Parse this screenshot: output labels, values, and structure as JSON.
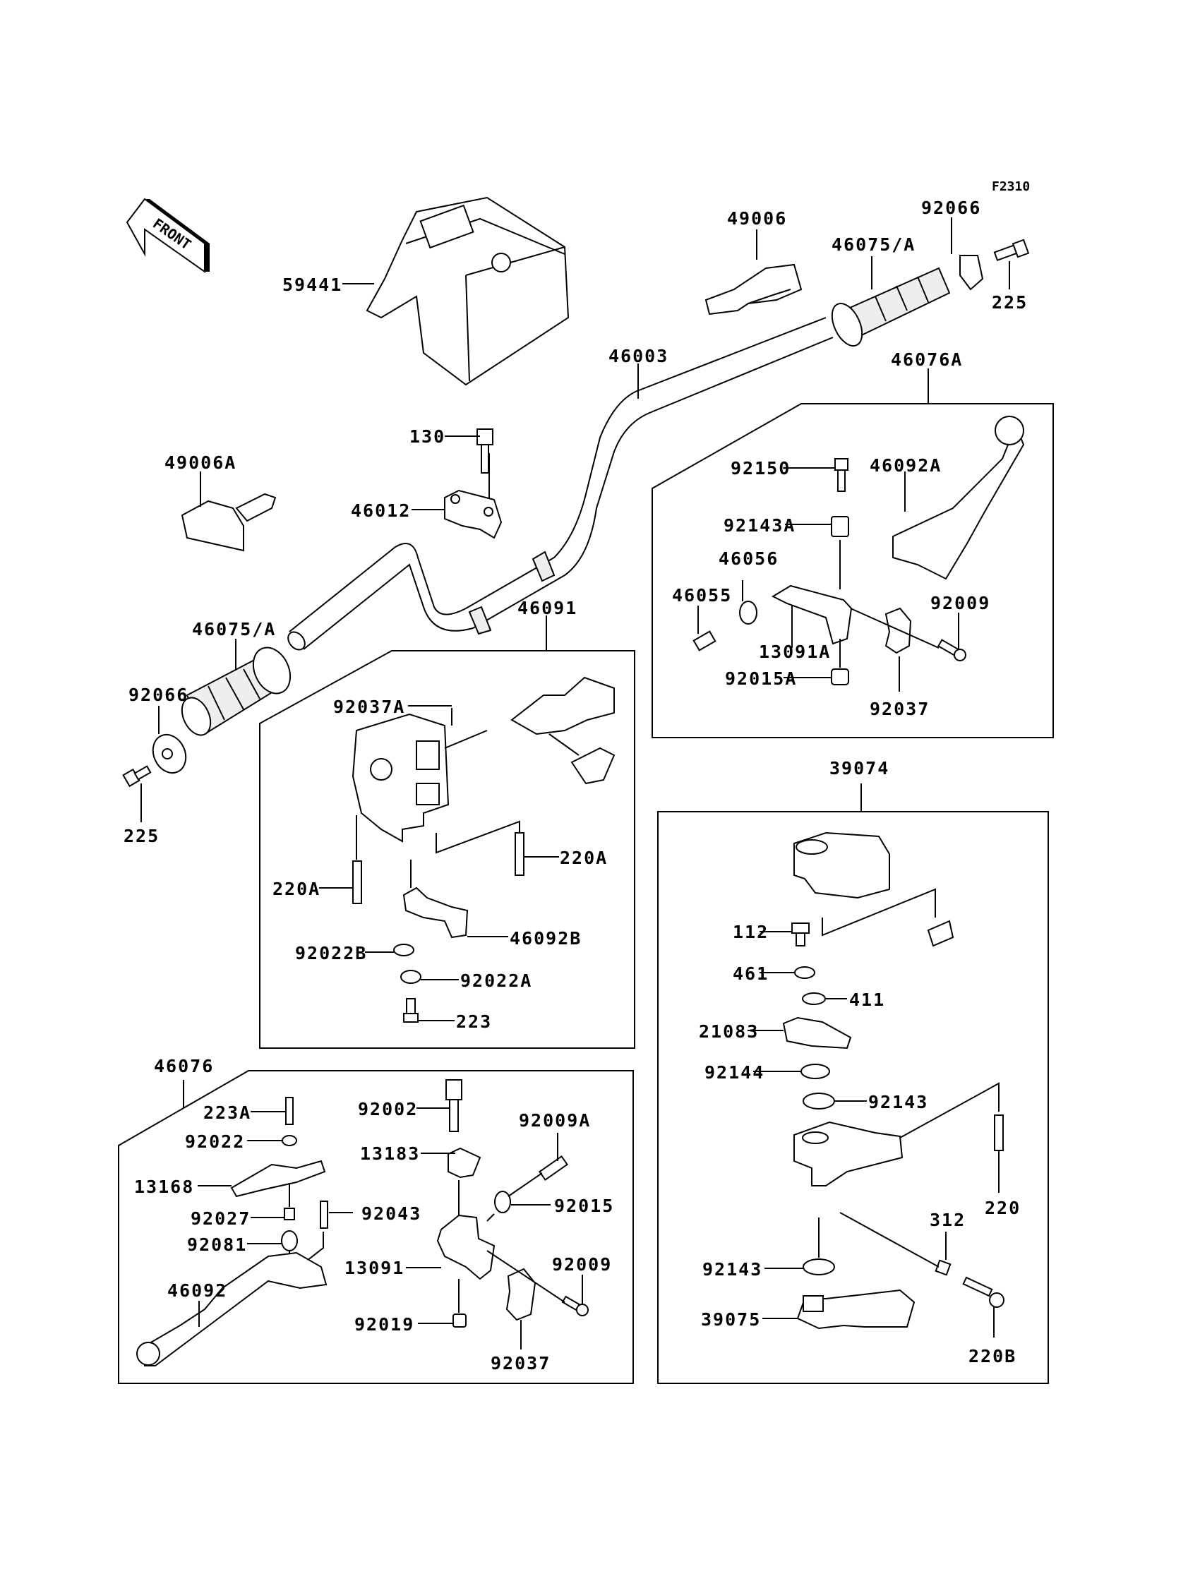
{
  "diagram": {
    "figure_code": "F2310",
    "front_arrow_label": "FRONT",
    "parts": {
      "p59441": "59441",
      "p49006": "49006",
      "p46075A_r": "46075/A",
      "p92066_r": "92066",
      "p225_r": "225",
      "p46003": "46003",
      "p46076A": "46076A",
      "p130": "130",
      "p46012": "46012",
      "p49006A": "49006A",
      "p46075A_l": "46075/A",
      "p92066_l": "92066",
      "p225_l": "225",
      "p46091": "46091",
      "p92150": "92150",
      "p46092A": "46092A",
      "p92143A": "92143A",
      "p46056": "46056",
      "p46055": "46055",
      "p92009_a": "92009",
      "p13091A": "13091A",
      "p92015A": "92015A",
      "p92037_a": "92037",
      "p92037A": "92037A",
      "p220A_r": "220A",
      "p220A_l": "220A",
      "p46092B": "46092B",
      "p92022B": "92022B",
      "p92022A": "92022A",
      "p223": "223",
      "p39074": "39074",
      "p112": "112",
      "p461": "461",
      "p411": "411",
      "p21083": "21083",
      "p92144": "92144",
      "p92143_a": "92143",
      "p220": "220",
      "p312": "312",
      "p92143_b": "92143",
      "p39075": "39075",
      "p220B": "220B",
      "p46076": "46076",
      "p223A": "223A",
      "p92022": "92022",
      "p13168": "13168",
      "p92027": "92027",
      "p92081": "92081",
      "p92043": "92043",
      "p46092": "46092",
      "p92002": "92002",
      "p13183": "13183",
      "p92009A": "92009A",
      "p92015": "92015",
      "p13091": "13091",
      "p92009_b": "92009",
      "p92019": "92019",
      "p92037_b": "92037"
    }
  }
}
